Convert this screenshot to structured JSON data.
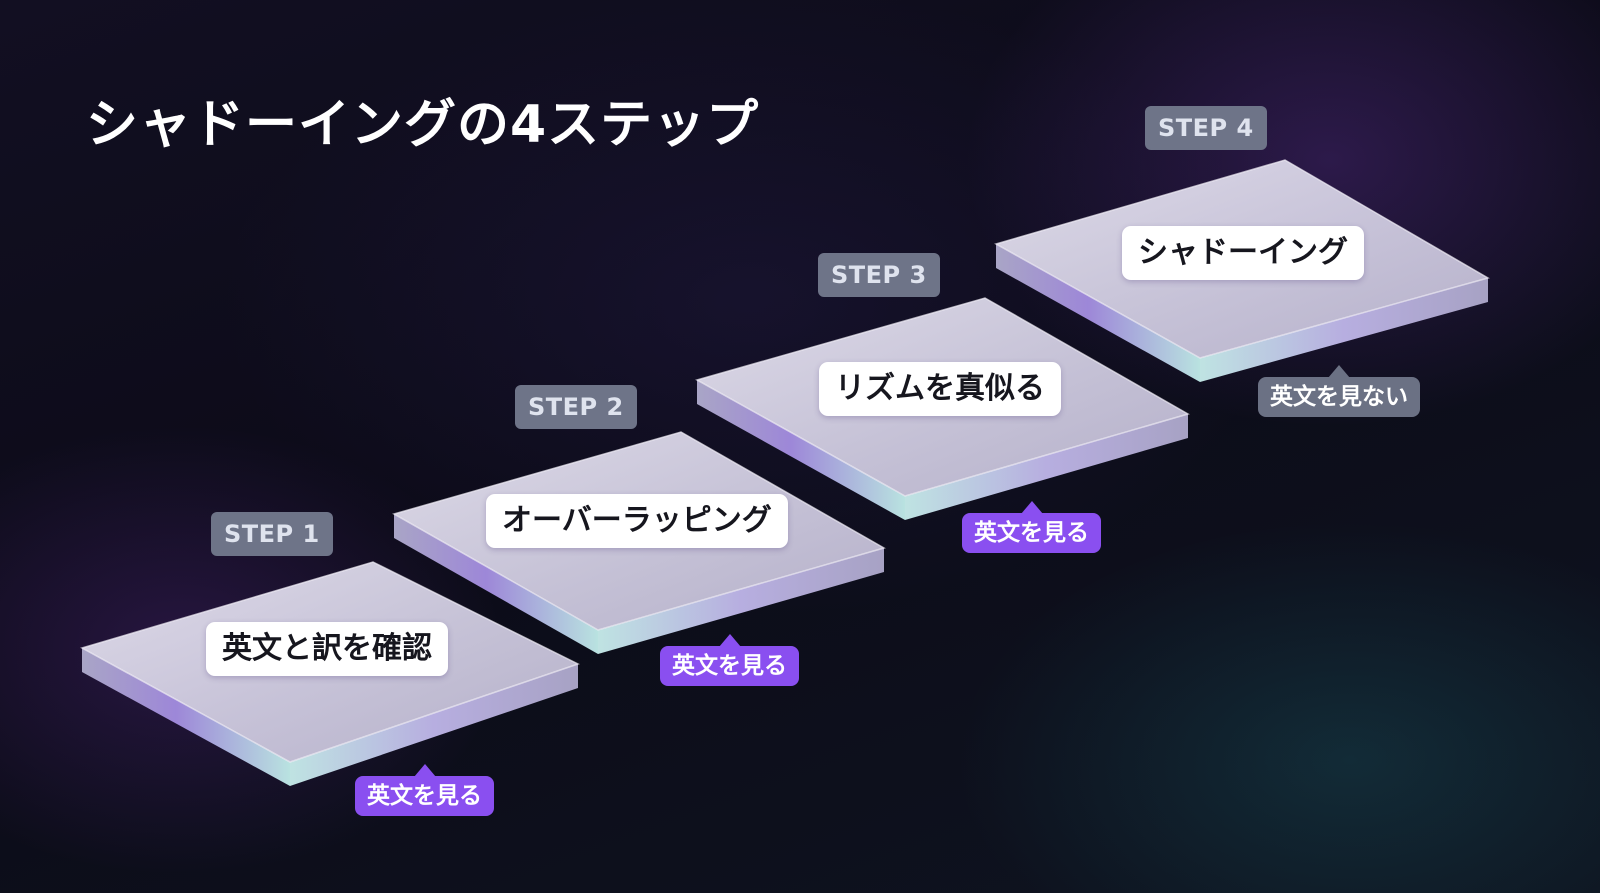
{
  "title": "シャドーイングの4ステップ",
  "colors": {
    "background": "#0d0c1a",
    "step_badge": "#6e7488",
    "callout_purple": "#8a4ff0",
    "callout_gray": "#6b7184",
    "plate_label_bg": "#ffffff"
  },
  "steps": [
    {
      "badge": "STEP 1",
      "label": "英文と訳を確認",
      "callout": "英文を見る",
      "callout_style": "purple"
    },
    {
      "badge": "STEP 2",
      "label": "オーバーラッピング",
      "callout": "英文を見る",
      "callout_style": "purple"
    },
    {
      "badge": "STEP 3",
      "label": "リズムを真似る",
      "callout": "英文を見る",
      "callout_style": "purple"
    },
    {
      "badge": "STEP 4",
      "label": "シャドーイング",
      "callout": "英文を見ない",
      "callout_style": "gray"
    }
  ]
}
